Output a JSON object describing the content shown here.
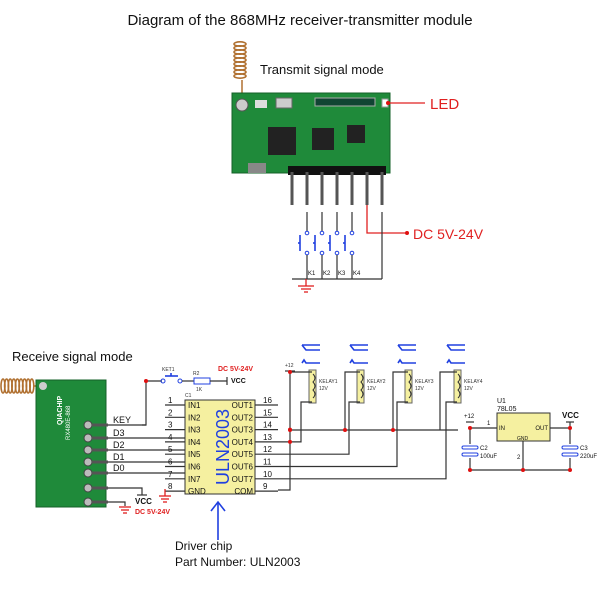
{
  "title": "Diagram of the 868MHz receiver-transmitter module",
  "transmitter": {
    "mode_label": "Transmit signal mode",
    "led_label": "LED",
    "power_label": "DC 5V-24V",
    "keys": [
      "K1",
      "K2",
      "K3",
      "K4"
    ]
  },
  "receiver": {
    "mode_label": "Receive signal mode",
    "module_brand": "QIACHIP",
    "module_model": "RX480E-868",
    "signals": [
      "KEY",
      "D3",
      "D2",
      "D1",
      "D0"
    ],
    "vcc_label": "VCC",
    "power_label": "DC 5V-24V",
    "key_switch": "KET1",
    "resistor": "R2",
    "resistor_value": "1K",
    "top_power_label": "DC 5V-24V",
    "top_vcc_label": "VCC"
  },
  "driver": {
    "ref": "C1",
    "name": "ULN2003",
    "left_pins": [
      {
        "num": "1",
        "label": "IN1"
      },
      {
        "num": "2",
        "label": "IN2"
      },
      {
        "num": "3",
        "label": "IN3"
      },
      {
        "num": "4",
        "label": "IN4"
      },
      {
        "num": "5",
        "label": "IN5"
      },
      {
        "num": "6",
        "label": "IN6"
      },
      {
        "num": "7",
        "label": "IN7"
      },
      {
        "num": "8",
        "label": "GND"
      }
    ],
    "right_pins": [
      {
        "num": "16",
        "label": "OUT1"
      },
      {
        "num": "15",
        "label": "OUT2"
      },
      {
        "num": "14",
        "label": "OUT3"
      },
      {
        "num": "13",
        "label": "OUT4"
      },
      {
        "num": "12",
        "label": "OUT5"
      },
      {
        "num": "11",
        "label": "OUT6"
      },
      {
        "num": "10",
        "label": "OUT7"
      },
      {
        "num": "9",
        "label": "COM"
      }
    ],
    "caption_line1": "Driver chip",
    "caption_line2": "Part Number: ULN2003"
  },
  "relays": {
    "supply_label": "+12",
    "items": [
      {
        "name": "KELAY1",
        "voltage": "12V"
      },
      {
        "name": "KELAY2",
        "voltage": "12V"
      },
      {
        "name": "KELAY3",
        "voltage": "12V"
      },
      {
        "name": "KELAY4",
        "voltage": "12V"
      }
    ]
  },
  "regulator": {
    "ref": "U1",
    "part": "78L05",
    "in_label": "IN",
    "out_label": "OUT",
    "gnd_label": "GND",
    "pin_in": "1",
    "pin_gnd": "2",
    "input_label": "+12",
    "output_label": "VCC",
    "c2_ref": "C2",
    "c2_value": "100uF",
    "c3_ref": "C3",
    "c3_value": "220uF"
  },
  "colors": {
    "pcb": "#1f8a3a",
    "accent_red": "#e02020",
    "chip_fill": "#f5f0a0",
    "symbol_blue": "#2040e0"
  }
}
